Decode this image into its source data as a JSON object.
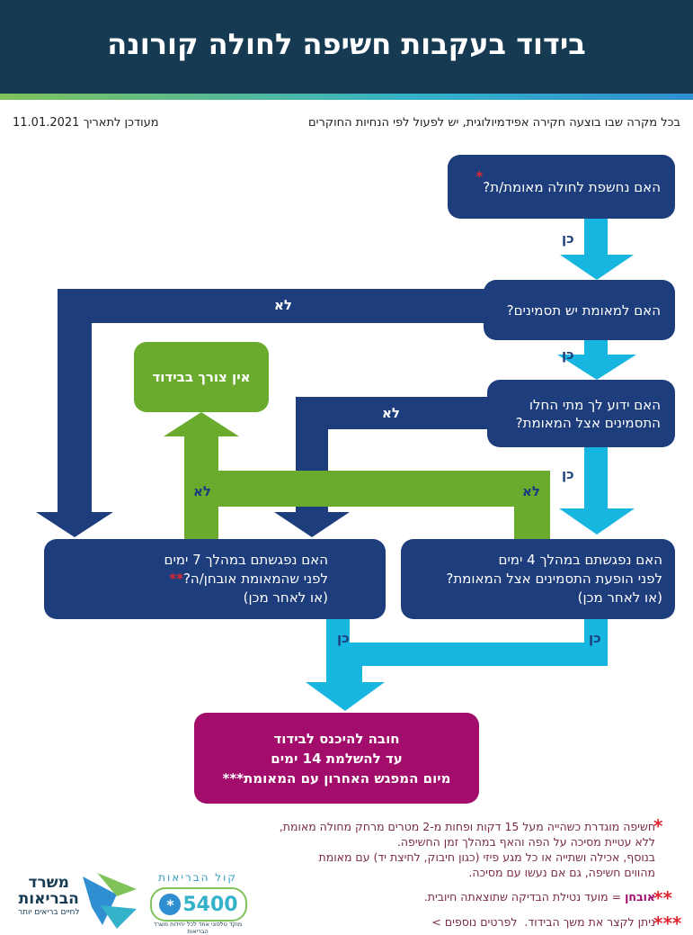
{
  "header": {
    "title": "בידוד בעקבות חשיפה לחולה קורונה"
  },
  "subheader": {
    "instruction": "בכל מקרה שבו בוצעה חקירה אפידמיולוגית, יש לפעול לפי הנחיות החוקרים",
    "updated": "מעודכן לתאריך 11.01.2021"
  },
  "boxes": {
    "q1": "האם נחשפת לחולה מאומת/ת?",
    "q2": "האם למאומת יש תסמינים?",
    "q3_line1": "האם ידוע לך מתי החלו",
    "q3_line2": "התסמינים אצל המאומת?",
    "no_isolation": "אין צורך בבידוד",
    "q4_line1": "האם נפגשתם במהלך 4 ימים",
    "q4_line2": "לפני הופעת התסמינים אצל המאומת?",
    "q4_line3": "(או לאחר מכן)",
    "q5_line1": "האם נפגשתם במהלך 7 ימים",
    "q5_line2": "לפני שהמאומת אובחן/ה?",
    "q5_line3": "(או לאחר מכן)",
    "result_line1": "חובה להיכנס לבידוד",
    "result_line2": "עד להשלמת 14 ימים",
    "result_line3": "מיום המפגש האחרון עם המאומת"
  },
  "labels": {
    "yes": "כן",
    "no": "לא"
  },
  "stars": {
    "one": "*",
    "two": "**",
    "three": "***"
  },
  "notes": {
    "n1_line1": "חשיפה מוגדרת כשהייה מעל 15 דקות ופחות מ-2 מטרים מרחק מחולה מאומת,",
    "n1_line2": "ללא עטיית מסיכה על הפה והאף במהלך זמן החשיפה.",
    "n1_line3": "בנוסף, אכילה ושתייה או כל מגע פיזי (כגון חיבוק, לחיצת יד) עם מאומת",
    "n1_line4": "מהווים חשיפה, גם אם נעשו עם מסיכה.",
    "n2_term": "אובחן",
    "n2_text": " = מועד נטילת הבדיקה שתוצאתה חיובית.",
    "n3_text": "ניתן לקצר את משך הבידוד.",
    "n3_link": "לפרטים נוספים >"
  },
  "logos": {
    "moh_line1": "משרד",
    "moh_line2": "הבריאות",
    "moh_tagline": "לחיים בריאים יותר",
    "kol_title": "קול הבריאות",
    "kol_number": "5400",
    "kol_star": "*",
    "kol_tagline": "מוקד טלפוני אחד לכל יחידות משרד הבריאות"
  },
  "colors": {
    "header": "#153a52",
    "navy": "#1d3d7c",
    "cyan": "#17b6e0",
    "green": "#6aab2e",
    "purple": "#a20c6a",
    "star_red": "#e0262e"
  }
}
